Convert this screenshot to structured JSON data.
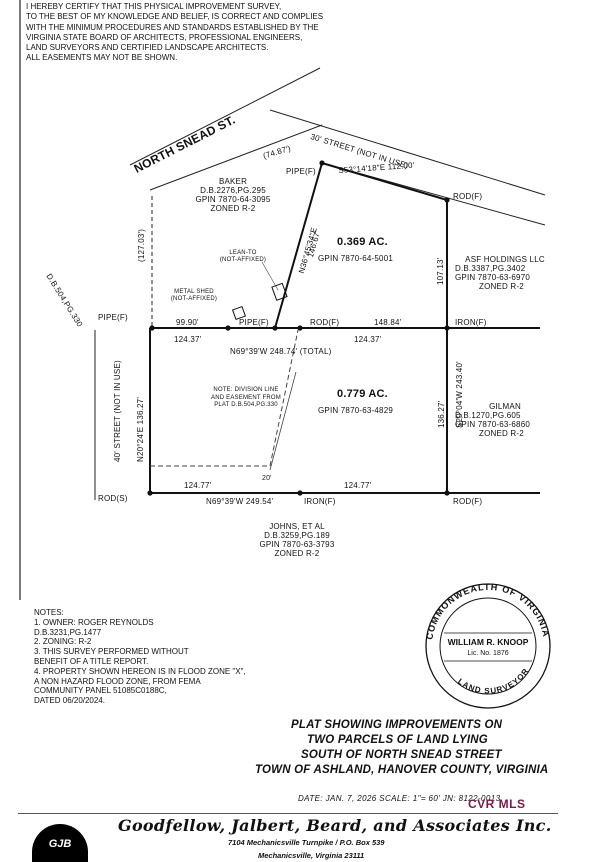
{
  "certification": [
    "I HEREBY CERTIFY THAT THIS PHYSICAL IMPROVEMENT SURVEY,",
    "TO THE BEST OF MY KNOWLEDGE AND BELIEF, IS CORRECT AND COMPLIES",
    "WITH THE MINIMUM PROCEDURES AND STANDARDS ESTABLISHED BY THE",
    "VIRGINIA STATE BOARD OF ARCHITECTS, PROFESSIONAL ENGINEERS,",
    "LAND SURVEYORS AND CERTIFIED LANDSCAPE ARCHITECTS.",
    "ALL EASEMENTS MAY NOT BE SHOWN."
  ],
  "streets": {
    "north_snead": "NORTH SNEAD ST.",
    "thirty_street": "30' STREET (NOT IN USE)",
    "forty_street": "40' STREET (NOT IN USE)",
    "db_504": "D.B.504,PG.330"
  },
  "owners": {
    "baker": [
      "BAKER",
      "D.B.2276,PG.295",
      "GPIN 7870-64-3095",
      "ZONED R-2"
    ],
    "asf": [
      "ASF HOLDINGS LLC",
      "D.B.3387,PG.3402",
      "GPIN 7870-63-6970",
      "ZONED R-2"
    ],
    "gilman": [
      "GILMAN",
      "D.B.1270,PG.605",
      "GPIN 7870-63-6860",
      "ZONED R-2"
    ],
    "johns": [
      "JOHNS, ET AL",
      "D.B.3259,PG.189",
      "GPIN 7870-63-3793",
      "ZONED R-2"
    ]
  },
  "parcels": {
    "north": {
      "acreage": "0.369 AC.",
      "gpin": "GPIN 7870-64-5001"
    },
    "south": {
      "acreage": "0.779 AC.",
      "gpin": "GPIN 7870-63-4829"
    }
  },
  "labels": {
    "pipe_f_top": "PIPE(F)",
    "pipe_f_left": "PIPE(F)",
    "pipe_f_mid": "PIPE(F)",
    "rod_f_top": "ROD(F)",
    "rod_f_mid": "ROD(F)",
    "iron_f_mid": "IRON(F)",
    "rod_s_bottom": "ROD(S)",
    "iron_f_bottom": "IRON(F)",
    "rod_f_bottom": "ROD(F)",
    "lean_to": "LEAN-TO",
    "lean_to_note": "(NOT-AFFIXED)",
    "metal_shed": "METAL SHED",
    "metal_shed_note": "(NOT-AFFIXED)",
    "division_note": [
      "NOTE: DIVISION LINE",
      "AND EASEMENT FROM",
      "PLAT D.B.504,PG.330"
    ],
    "easement_width": "20'"
  },
  "dimensions": {
    "d_7487": "(74.87')",
    "top_bearing": "S53°14'18\"E 112.00'",
    "d_12703": "(127.03')",
    "west_bearing_top": "N36°45'34\"E",
    "west_dist_top": "146.67'",
    "east_dist_top": "107.13'",
    "d_9990": "99.90'",
    "d_14884": "148.84'",
    "d_12437a": "124.37'",
    "d_12437b": "124.37'",
    "mid_bearing": "N69°39'W 248.74' (TOTAL)",
    "west_bearing_bottom": "N20°24'E 136.27'",
    "east_dist_bottom": "136.27'",
    "east_bearing_bottom": "S20°04'W 243.40'",
    "d_12477a": "124.77'",
    "d_12477b": "124.77'",
    "bottom_bearing": "N69°39'W 249.54'"
  },
  "notes": [
    "NOTES:",
    "1.  OWNER: ROGER REYNOLDS",
    "     D.B.3231,PG.1477",
    "2.  ZONING: R-2",
    "3.  THIS SURVEY PERFORMED WITHOUT",
    "     BENEFIT OF A TITLE REPORT.",
    "4.  PROPERTY SHOWN HEREON IS IN FLOOD ZONE \"X\",",
    "     A NON HAZARD FLOOD ZONE, FROM FEMA",
    "     COMMUNITY PANEL 51085C0188C,",
    "     DATED 06/20/2024."
  ],
  "seal": {
    "top_text": "COMMONWEALTH OF VIRGINIA",
    "name": "WILLIAM R. KNOOP",
    "license": "Lic. No. 1876",
    "bottom_text": "LAND SURVEYOR"
  },
  "title": [
    "PLAT SHOWING IMPROVEMENTS ON",
    "TWO PARCELS OF LAND LYING",
    "SOUTH OF NORTH SNEAD STREET",
    "TOWN OF ASHLAND, HANOVER COUNTY, VIRGINIA"
  ],
  "meta": "DATE: JAN. 7, 2026   SCALE: 1\"= 60'   JN: 8122-0013",
  "footer": {
    "logo": "GJB",
    "firm": "Goodfellow, Jalbert, Beard, and Associates Inc.",
    "address": "7104 Mechanicsville Turnpike / P.O. Box 539",
    "city": "Mechanicsville, Virginia 23111"
  },
  "watermark": "CVR MLS"
}
